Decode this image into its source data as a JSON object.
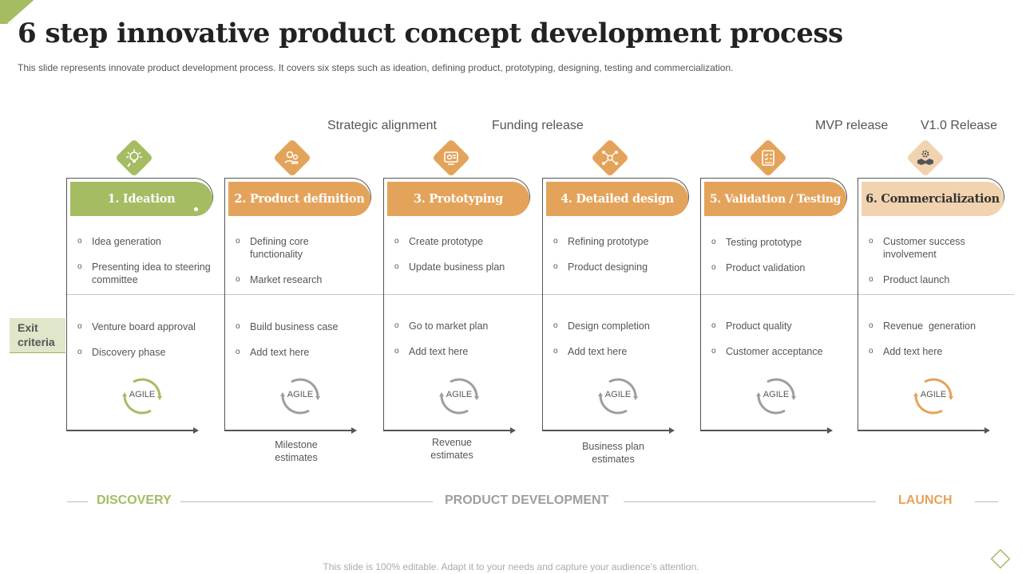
{
  "title": "6 step innovative product concept development process",
  "subtitle": "This slide represents innovate product development process. It covers six steps such as ideation, defining product, prototyping, designing, testing and commercialization.",
  "milestones": [
    "Strategic alignment",
    "Funding release",
    "MVP release",
    "V1.0 Release"
  ],
  "colors": {
    "green": "#a5bc63",
    "orange": "#e4a35a",
    "peach": "#f2d3b0",
    "gray": "#9e9e9e"
  },
  "exit_criteria": "Exit criteria",
  "steps": [
    {
      "label": "1. Ideation",
      "icon": "idea-icon",
      "top_bullets": [
        "Idea generation",
        "Presenting idea to steering committee"
      ],
      "exit_bullets": [
        "Venture board approval",
        "Discovery phase"
      ],
      "agile": "AGILE",
      "below": ""
    },
    {
      "label": "2. Product definition",
      "icon": "hand-gears-icon",
      "top_bullets": [
        "Defining core functionality",
        "Market research"
      ],
      "exit_bullets": [
        "Build business case",
        "Add text here"
      ],
      "agile": "AGILE",
      "below": "Milestone estimates"
    },
    {
      "label": "3. Prototyping",
      "icon": "prototype-icon",
      "top_bullets": [
        "Create prototype",
        "Update business plan"
      ],
      "exit_bullets": [
        "Go to market plan",
        "Add text here"
      ],
      "agile": "AGILE",
      "below": "Revenue estimates"
    },
    {
      "label": "4. Detailed design",
      "icon": "design-network-icon",
      "top_bullets": [
        "Refining prototype",
        "Product designing"
      ],
      "exit_bullets": [
        "Design completion",
        "Add text here"
      ],
      "agile": "AGILE",
      "below": "Business plan estimates"
    },
    {
      "label": "5. Validation / Testing",
      "icon": "checklist-icon",
      "top_bullets": [
        "Testing prototype",
        "Product validation"
      ],
      "exit_bullets": [
        "Product quality",
        "Customer acceptance"
      ],
      "agile": "AGILE",
      "below": ""
    },
    {
      "label": "6. Commercialization",
      "icon": "handshake-gear-icon",
      "top_bullets": [
        "Customer success involvement",
        "Product launch"
      ],
      "exit_bullets": [
        "Revenue  generation",
        "Add text here"
      ],
      "agile": "AGILE",
      "below": ""
    }
  ],
  "phases": [
    "DISCOVERY",
    "PRODUCT DEVELOPMENT",
    "LAUNCH"
  ],
  "footer": "This slide is 100% editable. Adapt it to your needs and capture your audience's attention."
}
